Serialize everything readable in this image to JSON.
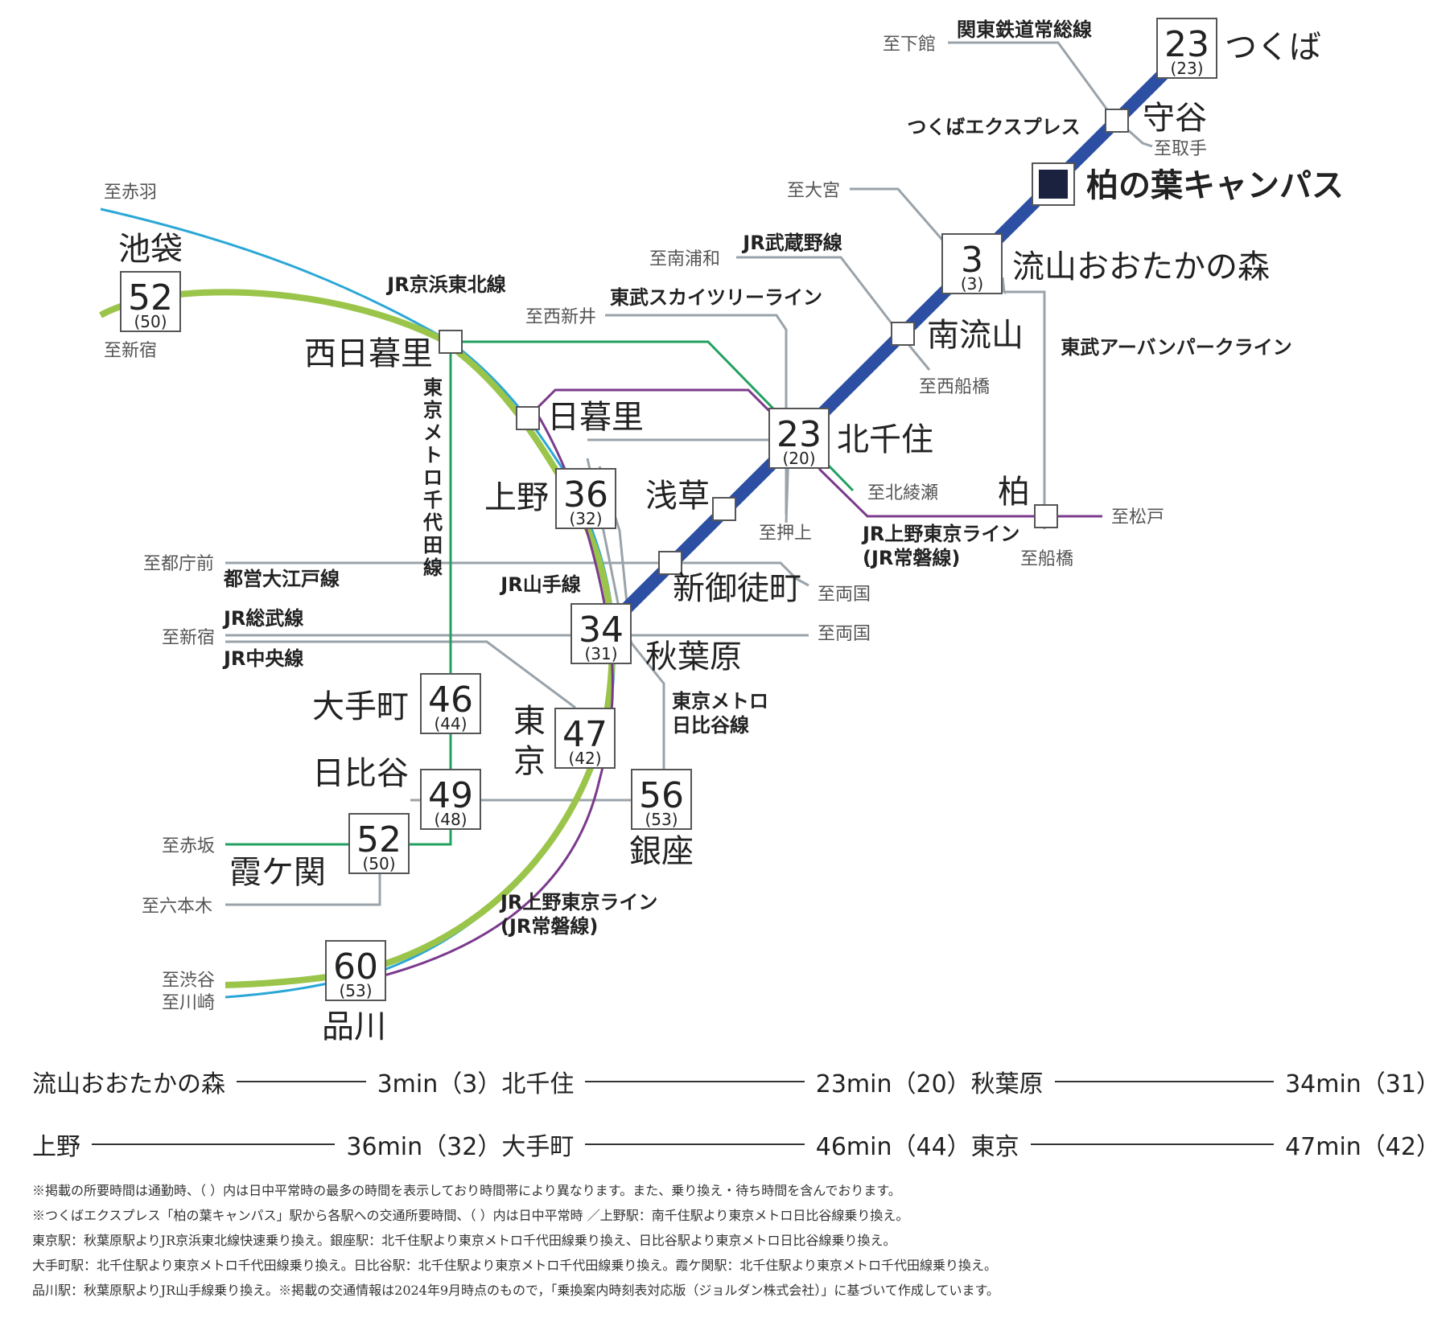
{
  "terminals": {
    "shimodate": "至下館",
    "toride": "至取手",
    "omiya": "至大宮",
    "minamiurawa": "至南浦和",
    "nishiarai": "至西新井",
    "akabane": "至赤羽",
    "shinjuku_top": "至新宿",
    "nishifunabashi": "至西船橋",
    "kitaayase": "至北綾瀬",
    "oshiage": "至押上",
    "matsudo": "至松戸",
    "funabashi": "至船橋",
    "tochomae": "至都庁前",
    "ryogoku1": "至両国",
    "shinjuku": "至新宿",
    "ryogoku2": "至両国",
    "akasaka": "至赤坂",
    "roppongi": "至六本木",
    "shibuya": "至渋谷",
    "kawasaki": "至川崎"
  },
  "lines": {
    "kanto_joso": "関東鉄道常総線",
    "tsukuba_express": "つくばエクスプレス",
    "jr_musashino": "JR武蔵野線",
    "tobu_skytree": "東武スカイツリーライン",
    "jr_keihin_tohoku": "JR京浜東北線",
    "tobu_urban_park": "東武アーバンパークライン",
    "chiyoda": "東京メトロ千代田線",
    "jr_yamanote": "JR山手線",
    "toei_oedo": "都営大江戸線",
    "jr_sobu": "JR総武線",
    "jr_chuo": "JR中央線",
    "hibiya": [
      "東京メトロ",
      "日比谷線"
    ],
    "jr_ueno_tokyo_1": [
      "JR上野東京ライン",
      "(JR常磐線)"
    ],
    "jr_ueno_tokyo_2": [
      "JR上野東京ライン",
      "(JR常磐線)"
    ]
  },
  "stations": {
    "tsukuba": {
      "name": "つくば",
      "min": "23",
      "off": "(23)"
    },
    "moriya": {
      "name": "守谷"
    },
    "origin": {
      "name": "柏の葉キャンパス"
    },
    "nagareyama": {
      "name": "流山おおたかの森",
      "min": "3",
      "off": "(3)"
    },
    "minaminagareyama": {
      "name": "南流山"
    },
    "kitasenju": {
      "name": "北千住",
      "min": "23",
      "off": "(20)"
    },
    "kashiwa": {
      "name": "柏"
    },
    "nishinippori": {
      "name": "西日暮里"
    },
    "nippori": {
      "name": "日暮里"
    },
    "ueno": {
      "name": "上野",
      "min": "36",
      "off": "(32)"
    },
    "asakusa": {
      "name": "浅草"
    },
    "shinokachimachi": {
      "name": "新御徒町"
    },
    "akihabara": {
      "name": "秋葉原",
      "min": "34",
      "off": "(31)"
    },
    "ikebukuro": {
      "name": "池袋",
      "min": "52",
      "off": "(50)"
    },
    "otemachi": {
      "name": "大手町",
      "min": "46",
      "off": "(44)"
    },
    "tokyo": {
      "name": "東京",
      "min": "47",
      "off": "(42)"
    },
    "hibiya": {
      "name": "日比谷",
      "min": "49",
      "off": "(48)"
    },
    "ginza": {
      "name": "銀座",
      "min": "56",
      "off": "(53)"
    },
    "kasumigaseki": {
      "name": "霞ケ関",
      "min": "52",
      "off": "(50)"
    },
    "shinagawa": {
      "name": "品川",
      "min": "60",
      "off": "(53)"
    }
  },
  "colors": {
    "tsukuba_express": "#2c4fa3",
    "keihin_tohoku": "#2ba7d6",
    "yamanote": "#9ac54a",
    "chiyoda": "#22a060",
    "joban": "#7b3a8c",
    "gray": "#9aa3aa",
    "origin_box": "#1a2240"
  },
  "summary": [
    [
      {
        "name": "流山おおたかの森",
        "time": "3min（3）"
      },
      {
        "name": "北千住",
        "time": "23min（20）"
      },
      {
        "name": "秋葉原",
        "time": "34min（31）"
      }
    ],
    [
      {
        "name": "上野",
        "time": "36min（32）"
      },
      {
        "name": "大手町",
        "time": "46min（44）"
      },
      {
        "name": "東京",
        "time": "47min（42）"
      }
    ]
  ],
  "notes": [
    "※掲載の所要時間は通勤時、（ ）内は日中平常時の最多の時間を表示しており時間帯により異なります。また、乗り換え・待ち時間を含んでおります。",
    "※つくばエクスプレス「柏の葉キャンパス」駅から各駅への交通所要時間、（ ）内は日中平常時 ／上野駅：南千住駅より東京メトロ日比谷線乗り換え。",
    "東京駅：秋葉原駅よりJR京浜東北線快速乗り換え。銀座駅：北千住駅より東京メトロ千代田線乗り換え、日比谷駅より東京メトロ日比谷線乗り換え。",
    "大手町駅：北千住駅より東京メトロ千代田線乗り換え。日比谷駅：北千住駅より東京メトロ千代田線乗り換え。霞ケ関駅：北千住駅より東京メトロ千代田線乗り換え。",
    "品川駅：秋葉原駅よりJR山手線乗り換え。※掲載の交通情報は2024年9月時点のもので，「乗換案内時刻表対応版（ジョルダン株式会社）」に基づいて作成しています。"
  ]
}
